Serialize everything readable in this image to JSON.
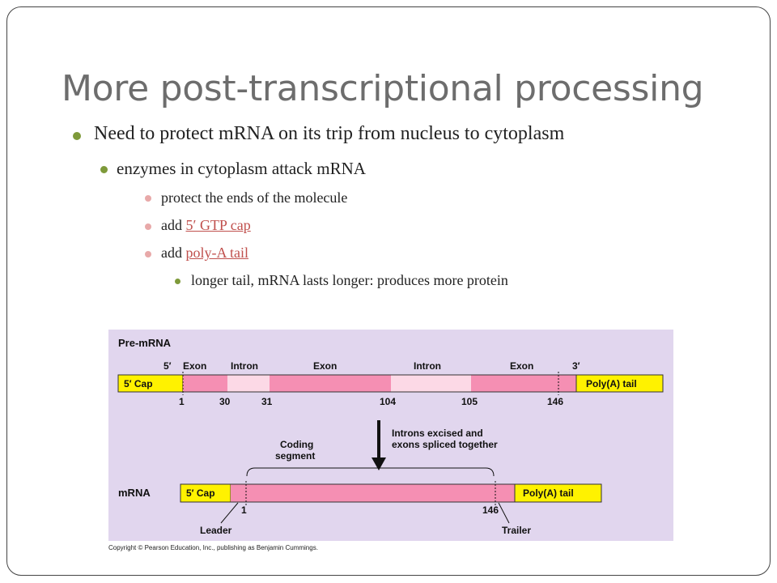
{
  "slide": {
    "title": "More post-transcriptional processing",
    "bullets": {
      "level1": "Need to protect mRNA on its trip from nucleus to cytoplasm",
      "level2": "enzymes in cytoplasm attack mRNA",
      "level3_ends": "protect the ends of the molecule",
      "add_prefix_1": "add ",
      "cap_link": "5′ GTP cap",
      "add_prefix_2": "add ",
      "tail_link": "poly-A tail",
      "level4": "longer tail, mRNA lasts longer: produces more protein"
    },
    "colors": {
      "title": "#6d6d6d",
      "bullet_l1": "#7e9a3a",
      "bullet_l3": "#e8a9a9",
      "link": "#c0504d",
      "diagram_bg": "#e1d6ee",
      "exon": "#f58fb3",
      "intron": "#fcd9e6",
      "cap_tail": "#fff200"
    }
  },
  "diagram": {
    "pre_label": "Pre-mRNA",
    "five_prime": "5′",
    "three_prime": "3′",
    "exon": "Exon",
    "intron": "Intron",
    "cap": "5′ Cap",
    "tail": "Poly(A) tail",
    "positions": [
      "1",
      "30",
      "31",
      "104",
      "105",
      "146"
    ],
    "mrna_label": "mRNA",
    "coding_1": "Coding",
    "coding_2": "segment",
    "arrow_1": "Introns excised and",
    "arrow_2": "exons spliced together",
    "mrna_start": "1",
    "mrna_end": "146",
    "leader": "Leader",
    "trailer": "Trailer"
  },
  "copyright": "Copyright © Pearson Education, Inc., publishing as Benjamin Cummings."
}
